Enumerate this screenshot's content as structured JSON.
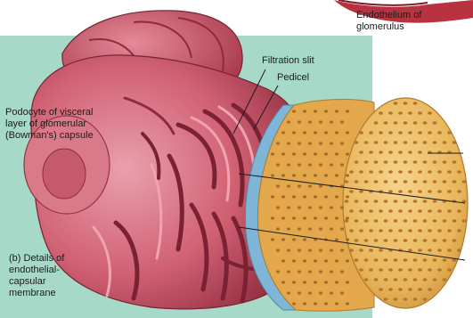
{
  "labels": {
    "endothelium": "Endothelium of\nglomerulus",
    "filtration_slit": "Filtration slit",
    "pedicel": "Pedicel",
    "podocyte": "Podocyte of  visceral\nlayer of glomerular\n(Bowman's) capsule",
    "caption": "(b) Details of\nendothelial-\ncapsular\nmembrane"
  },
  "colors": {
    "background": "#ffffff",
    "panel": "#a6d9c8",
    "podocyte": "#cf5a6e",
    "podocyte_dark": "#8e2a3c",
    "podocyte_light": "#e58a98",
    "basement_membrane": "#7fb6d8",
    "endothelium": "#e8b65a",
    "fenestra": "#b4732e",
    "outer_vessel": "#b8323f"
  }
}
